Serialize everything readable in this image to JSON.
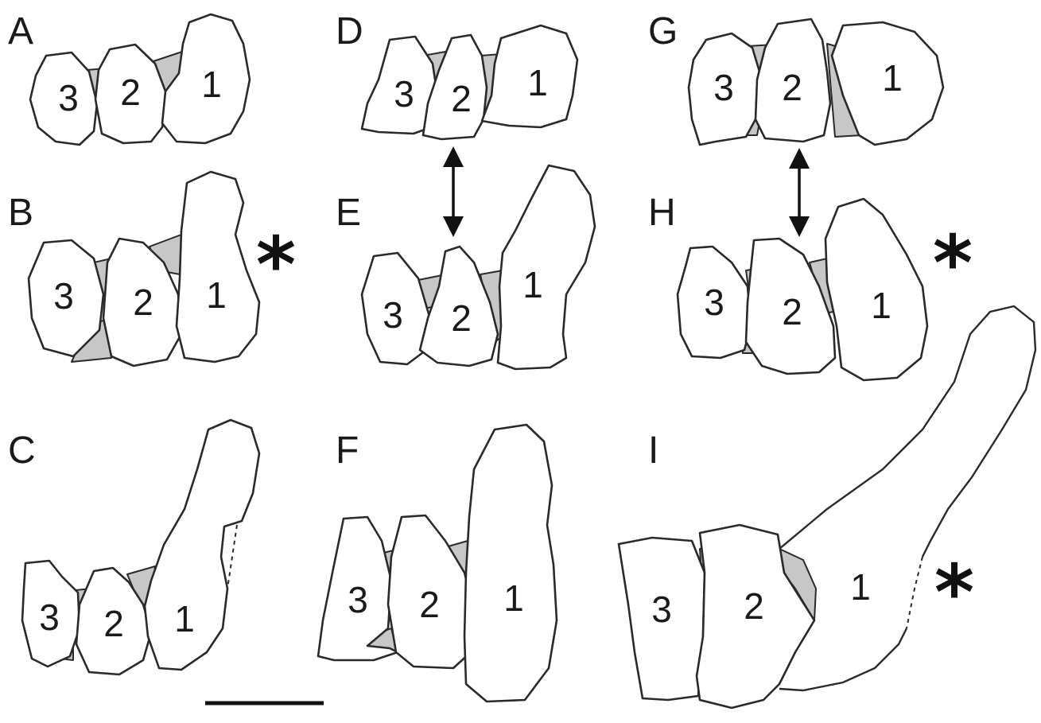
{
  "figure": {
    "panels": [
      {
        "id": "A",
        "label": "A",
        "digits": [
          "3",
          "2",
          "1"
        ],
        "asterisk": ""
      },
      {
        "id": "B",
        "label": "B",
        "digits": [
          "3",
          "2",
          "1"
        ],
        "asterisk": "*"
      },
      {
        "id": "C",
        "label": "C",
        "digits": [
          "3",
          "2",
          "1"
        ],
        "asterisk": ""
      },
      {
        "id": "D",
        "label": "D",
        "digits": [
          "3",
          "2",
          "1"
        ],
        "asterisk": ""
      },
      {
        "id": "E",
        "label": "E",
        "digits": [
          "3",
          "2",
          "1"
        ],
        "asterisk": ""
      },
      {
        "id": "F",
        "label": "F",
        "digits": [
          "3",
          "2",
          "1"
        ],
        "asterisk": ""
      },
      {
        "id": "G",
        "label": "G",
        "digits": [
          "3",
          "2",
          "1"
        ],
        "asterisk": ""
      },
      {
        "id": "H",
        "label": "H",
        "digits": [
          "3",
          "2",
          "1"
        ],
        "asterisk": "*"
      },
      {
        "id": "I",
        "label": "I",
        "digits": [
          "3",
          "2",
          "1"
        ],
        "asterisk": "*"
      }
    ],
    "colors": {
      "bone_fill": "#ffffff",
      "interstitial_fill": "#c7c7c7",
      "outline": "#2a2a2a"
    }
  }
}
